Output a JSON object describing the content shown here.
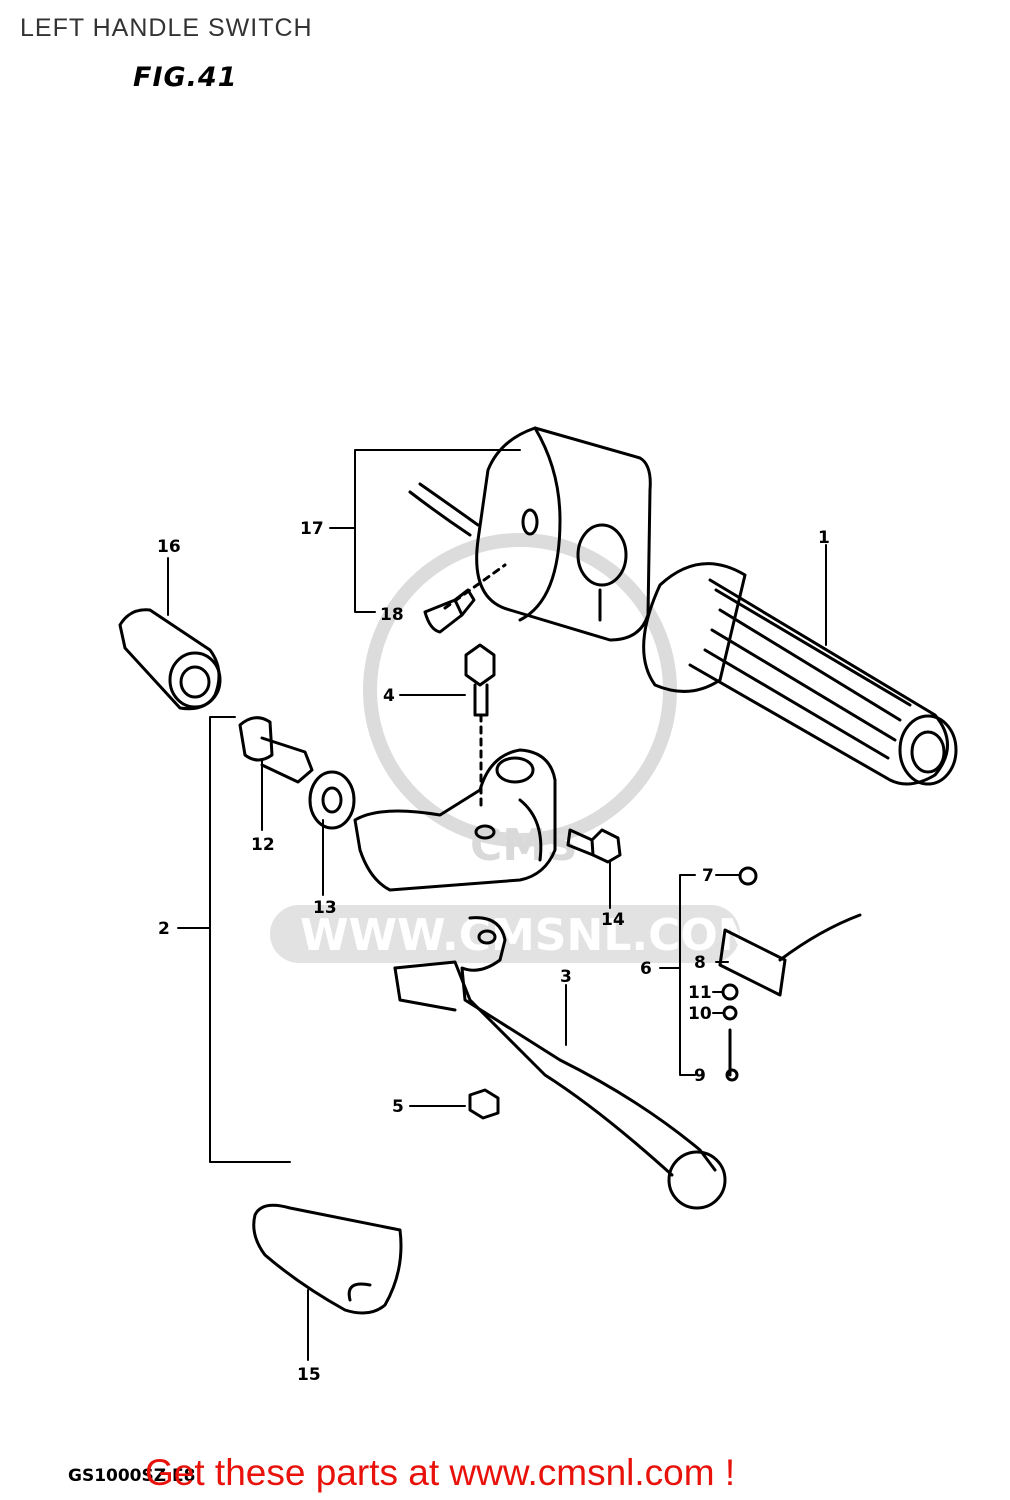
{
  "header": {
    "title": "LEFT HANDLE SWITCH",
    "figure": "FIG.41"
  },
  "watermark": {
    "logo_text": "CMS",
    "url": "WWW.CMSNL.COM"
  },
  "callouts": {
    "c1": "1",
    "c2": "2",
    "c3": "3",
    "c4": "4",
    "c5": "5",
    "c6": "6",
    "c7": "7",
    "c8": "8",
    "c9": "9",
    "c10": "10",
    "c11": "11",
    "c12": "12",
    "c13": "13",
    "c14": "14",
    "c15": "15",
    "c16": "16",
    "c17": "17",
    "c18": "18"
  },
  "footer": {
    "ref_code": "GS1000SZ E8",
    "promo": "Get these parts at www.cmsnl.com !"
  },
  "colors": {
    "promo": "#e8120b",
    "line_art": "#000000",
    "watermark": "#d9d9d9"
  }
}
